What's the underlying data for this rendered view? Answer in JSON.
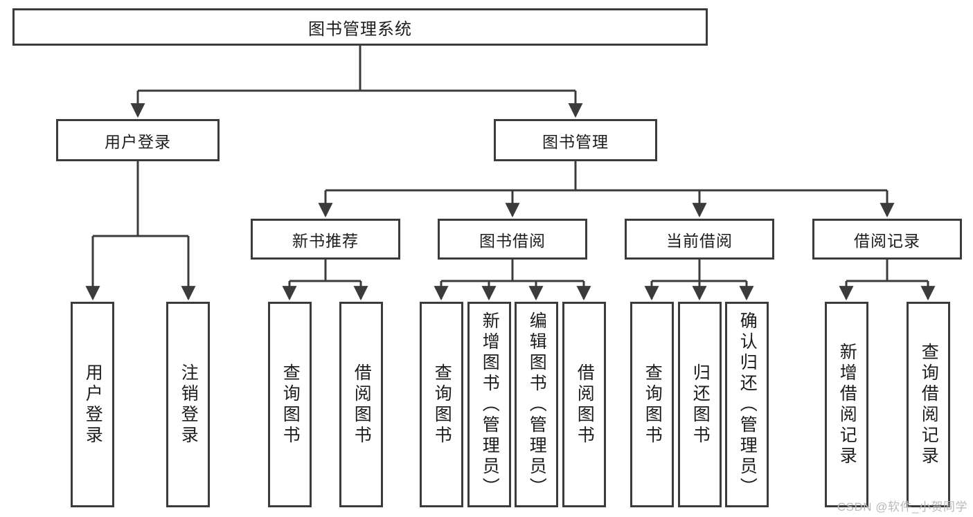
{
  "diagram": {
    "title": "图书管理系统",
    "type": "tree",
    "background_color": "#ffffff",
    "line_color": "#3b3b3b",
    "text_color": "#1c1c1c"
  },
  "root": {
    "label": "图书管理系统"
  },
  "level2": [
    {
      "label": "用户登录"
    },
    {
      "label": "图书管理"
    }
  ],
  "level3": [
    {
      "label": "新书推荐"
    },
    {
      "label": "图书借阅"
    },
    {
      "label": "当前借阅"
    },
    {
      "label": "借阅记录"
    }
  ],
  "leaves": {
    "user_login": [
      {
        "label": "用户登录"
      },
      {
        "label": "注销登录"
      }
    ],
    "new_book_recommend": [
      {
        "label": "查询图书"
      },
      {
        "label": "借阅图书"
      }
    ],
    "book_borrow": [
      {
        "label": "查询图书"
      },
      {
        "label": "新增图书（管理员）"
      },
      {
        "label": "编辑图书（管理员）"
      },
      {
        "label": "借阅图书"
      }
    ],
    "current_borrow": [
      {
        "label": "查询图书"
      },
      {
        "label": "归还图书"
      },
      {
        "label": "确认归还（管理员）"
      }
    ],
    "borrow_records": [
      {
        "label": "新增借阅记录"
      },
      {
        "label": "查询借阅记录"
      }
    ]
  },
  "watermark": {
    "text": "CSDN @软件_小贺同学"
  }
}
